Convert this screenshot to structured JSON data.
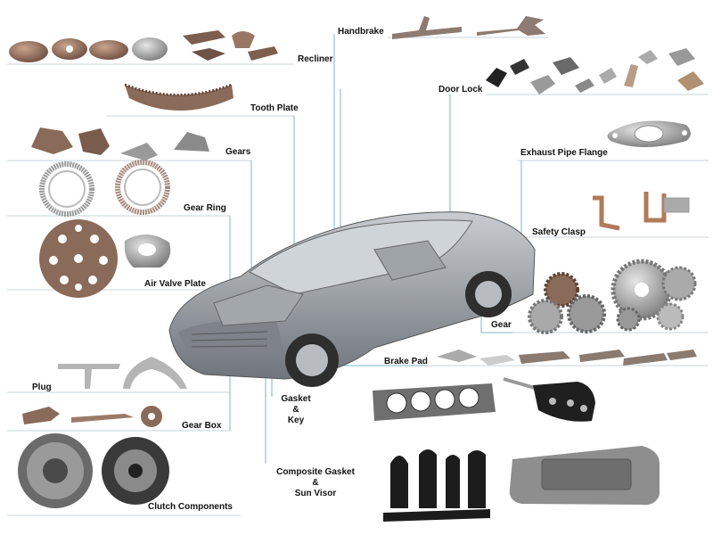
{
  "labels": {
    "recliner": "Recliner",
    "handbrake": "Handbrake",
    "tooth_plate": "Tooth Plate",
    "door_lock": "Door Lock",
    "gears": "Gears",
    "exhaust_pipe_flange": "Exhaust Pipe Flange",
    "gear_ring": "Gear Ring",
    "safety_clasp": "Safety Clasp",
    "air_valve_plate": "Air Valve Plate",
    "gear": "Gear",
    "brake_pad": "Brake Pad",
    "plug": "Plug",
    "gasket_key_line1": "Gasket",
    "gasket_key_line2": "&",
    "gasket_key_line3": "Key",
    "gear_box": "Gear Box",
    "composite_line1": "Composite Gasket",
    "composite_line2": "&",
    "composite_line3": "Sun Visor",
    "clutch_components": "Clutch Components"
  },
  "colors": {
    "part_metal": "#8a6a58",
    "part_steel": "#a9a9a9",
    "car_body": "#9ea3a8",
    "leader_line": "#7fb3c8",
    "rubber": "#1c1c1c"
  }
}
